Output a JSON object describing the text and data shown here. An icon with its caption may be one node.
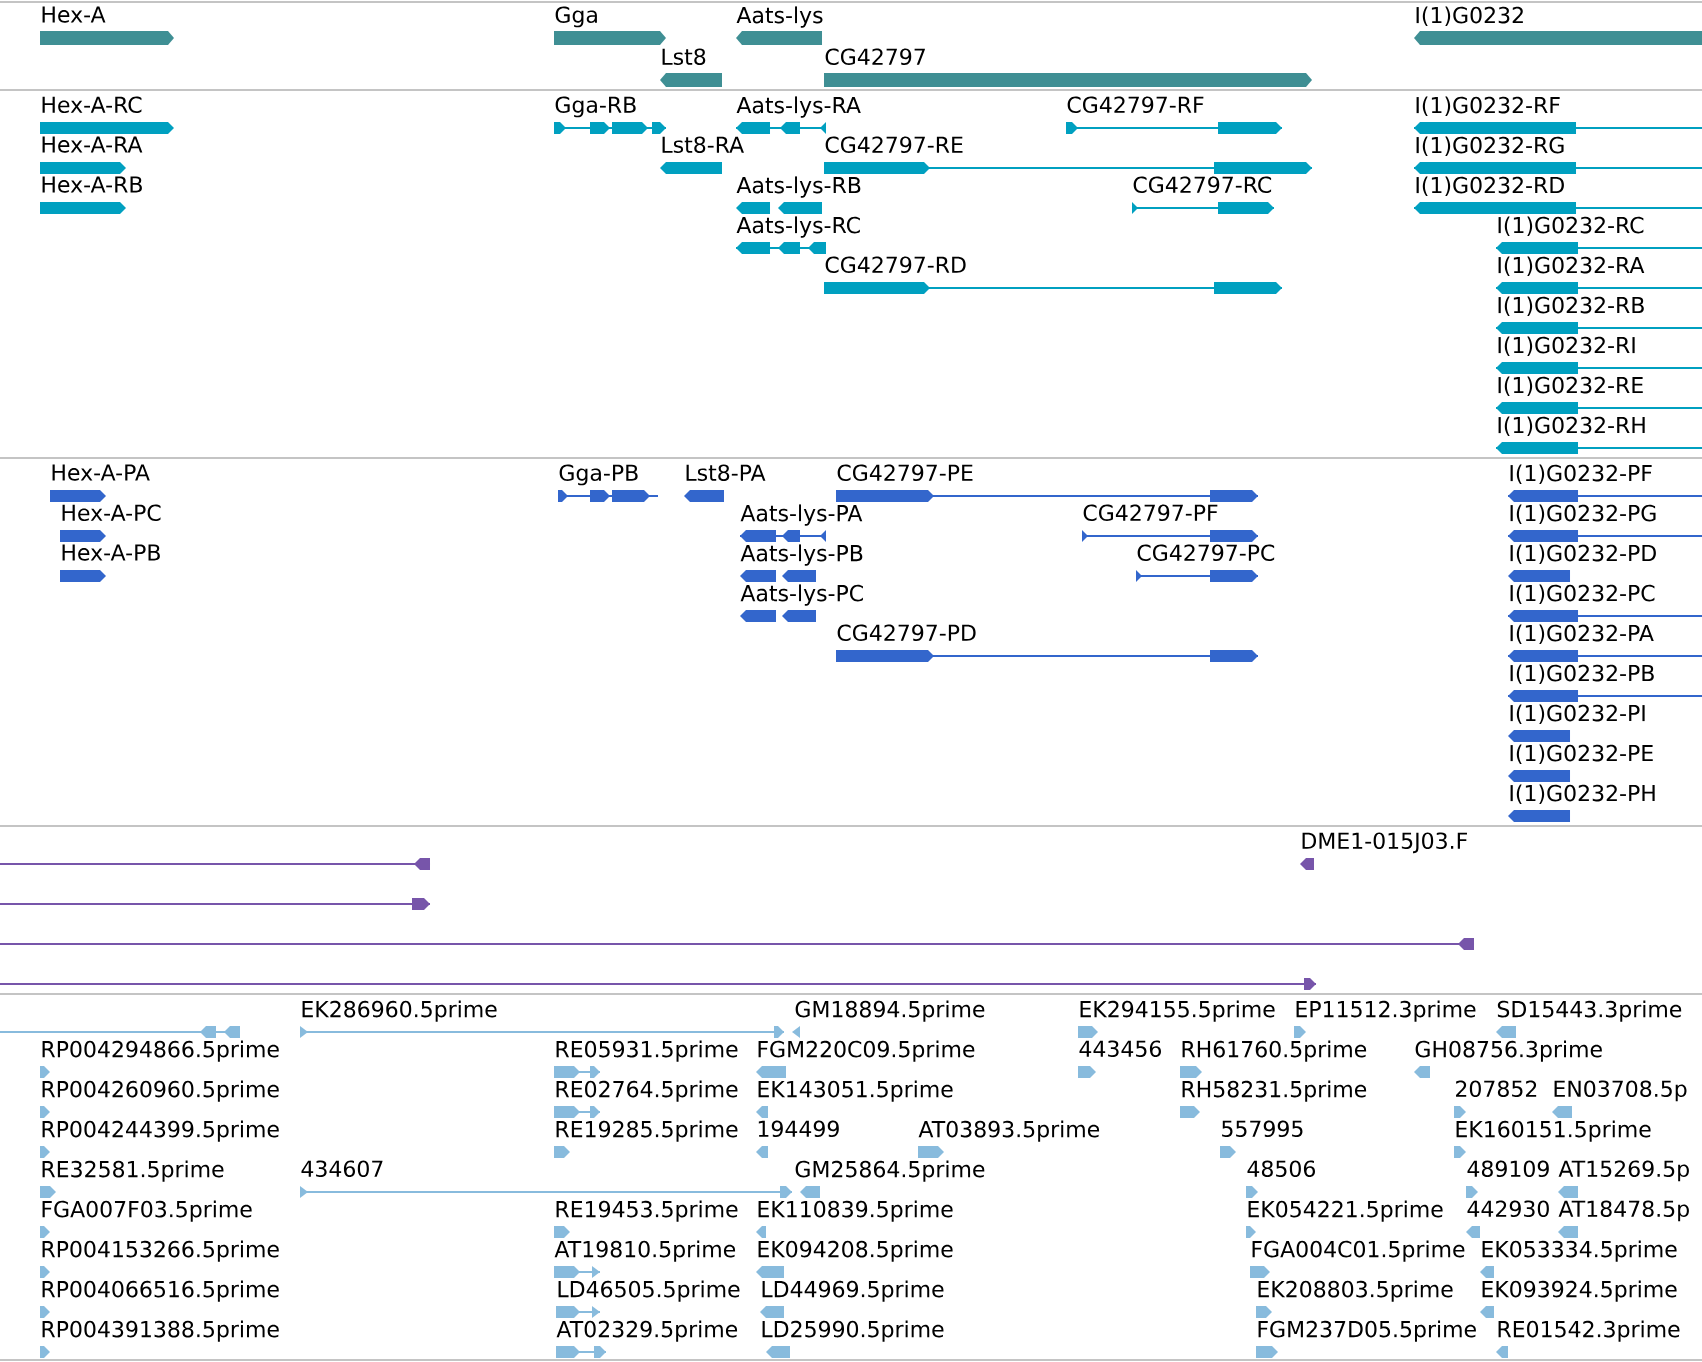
{
  "diagram": {
    "nodes": [
      {
        "text": [
          "Hex-A"
        ]
      },
      {
        "text": [
          "Gga"
        ]
      },
      {
        "text": [
          "Aats-lys"
        ]
      },
      {
        "text": [
          "I(1)G0232"
        ]
      },
      {
        "text": [
          "Lst8"
        ]
      },
      {
        "text": [
          "CG42797"
        ]
      },
      {
        "text": [
          "Hex-A-RC"
        ]
      },
      {
        "text": [
          "Gga-RB"
        ]
      },
      {
        "text": [
          "Aats-lys-RA"
        ]
      },
      {
        "text": [
          "CG42797-RF"
        ]
      },
      {
        "text": [
          "I(1)G0232-RF"
        ]
      },
      {
        "text": [
          "Hex-A-RA"
        ]
      },
      {
        "text": [
          "Lst8-RA"
        ]
      },
      {
        "text": [
          "CG42797-RE"
        ]
      },
      {
        "text": [
          "I(1)G0232-RG"
        ]
      },
      {
        "text": [
          "Hex-A-RB"
        ]
      },
      {
        "text": [
          "Aats-lys-RB"
        ]
      },
      {
        "text": [
          "CG42797-RC"
        ]
      },
      {
        "text": [
          "I(1)G0232-RD"
        ]
      },
      {
        "text": [
          "Aats-lys-RC"
        ]
      },
      {
        "text": [
          "I(1)G0232-RC"
        ]
      },
      {
        "text": [
          "CG42797-RD"
        ]
      },
      {
        "text": [
          "I(1)G0232-RA"
        ]
      },
      {
        "text": [
          "I(1)G0232-RB"
        ]
      },
      {
        "text": [
          "I(1)G0232-RI"
        ]
      },
      {
        "text": [
          "I(1)G0232-RE"
        ]
      },
      {
        "text": [
          "I(1)G0232-RH"
        ]
      },
      {
        "text": [
          "Hex-A-PA"
        ]
      },
      {
        "text": [
          "Gga-PB"
        ]
      },
      {
        "text": [
          "Lst8-PA"
        ]
      },
      {
        "text": [
          "CG42797-PE"
        ]
      },
      {
        "text": [
          "I(1)G0232-PF"
        ]
      },
      {
        "text": [
          "Hex-A-PC"
        ]
      },
      {
        "text": [
          "Aats-lys-PA"
        ]
      },
      {
        "text": [
          "CG42797-PF"
        ]
      },
      {
        "text": [
          "I(1)G0232-PG"
        ]
      },
      {
        "text": [
          "Hex-A-PB"
        ]
      },
      {
        "text": [
          "Aats-lys-PB"
        ]
      },
      {
        "text": [
          "CG42797-PC"
        ]
      },
      {
        "text": [
          "I(1)G0232-PD"
        ]
      },
      {
        "text": [
          "Aats-lys-PC"
        ]
      },
      {
        "text": [
          "I(1)G0232-PC"
        ]
      },
      {
        "text": [
          "CG42797-PD"
        ]
      },
      {
        "text": [
          "I(1)G0232-PA"
        ]
      },
      {
        "text": [
          "I(1)G0232-PB"
        ]
      },
      {
        "text": [
          "I(1)G0232-PI"
        ]
      },
      {
        "text": [
          "I(1)G0232-PE"
        ]
      },
      {
        "text": [
          "I(1)G0232-PH"
        ]
      },
      {
        "text": [
          "DME1-015J03.F"
        ]
      },
      {
        "text": [],
        "shape": "bar"
      },
      {
        "text": [],
        "shape": "bar"
      },
      {
        "text": [],
        "shape": "bar"
      },
      {
        "text": [],
        "shape": "bar"
      },
      {
        "text": [],
        "shape": "bar"
      },
      {
        "text": [
          "EK286960.5prime"
        ]
      },
      {
        "text": [
          "GM18894.5prime"
        ]
      },
      {
        "text": [
          "EK294155.5prime"
        ]
      },
      {
        "text": [
          "EP11512.3prime"
        ]
      },
      {
        "text": [
          "SD15443.3prime"
        ]
      },
      {
        "text": [
          "RP004294866.5prime"
        ]
      },
      {
        "text": [
          "RE05931.5prime"
        ]
      },
      {
        "text": [
          "FGM220C09.5prime"
        ]
      },
      {
        "text": [
          "443456"
        ]
      },
      {
        "text": [
          "RH61760.5prime"
        ]
      },
      {
        "text": [
          "GH08756.3prime"
        ]
      },
      {
        "text": [
          "RP004260960.5prime"
        ]
      },
      {
        "text": [
          "RE02764.5prime"
        ]
      },
      {
        "text": [
          "EK143051.5prime"
        ]
      },
      {
        "text": [
          "RH58231.5prime"
        ]
      },
      {
        "text": [
          "207852"
        ]
      },
      {
        "text": [
          "EN03708.5p"
        ]
      },
      {
        "text": [
          "RP004244399.5prime"
        ]
      },
      {
        "text": [
          "RE19285.5prime"
        ]
      },
      {
        "text": [
          "194499"
        ]
      },
      {
        "text": [
          "AT03893.5prime"
        ]
      },
      {
        "text": [
          "557995"
        ]
      },
      {
        "text": [
          "EK160151.5prime"
        ]
      },
      {
        "text": [
          "RE32581.5prime"
        ]
      },
      {
        "text": [
          "434607"
        ]
      },
      {
        "text": [
          "GM25864.5prime"
        ]
      },
      {
        "text": [
          "48506"
        ]
      },
      {
        "text": [
          "489109"
        ]
      },
      {
        "text": [
          "AT15269.5p"
        ]
      },
      {
        "text": [
          "FGA007F03.5prime"
        ]
      },
      {
        "text": [
          "RE19453.5prime"
        ]
      },
      {
        "text": [
          "EK110839.5prime"
        ]
      },
      {
        "text": [
          "EK054221.5prime"
        ]
      },
      {
        "text": [
          "442930"
        ]
      },
      {
        "text": [
          "AT18478.5p"
        ]
      },
      {
        "text": [
          "RP004153266.5prime"
        ]
      },
      {
        "text": [
          "AT19810.5prime"
        ]
      },
      {
        "text": [
          "EK094208.5prime"
        ]
      },
      {
        "text": [
          "FGA004C01.5prime"
        ]
      },
      {
        "text": [
          "EK053334.5prime"
        ]
      },
      {
        "text": [
          "RP004066516.5prime"
        ]
      },
      {
        "text": [
          "LD46505.5prime"
        ]
      },
      {
        "text": [
          "LD44969.5prime"
        ]
      },
      {
        "text": [
          "EK208803.5prime"
        ]
      },
      {
        "text": [
          "EK093924.5prime"
        ]
      },
      {
        "text": [
          "RP004391388.5prime"
        ]
      },
      {
        "text": [
          "AT02329.5prime"
        ]
      },
      {
        "text": [
          "LD25990.5prime"
        ]
      },
      {
        "text": [
          "FGM237D05.5prime"
        ]
      },
      {
        "text": [
          "RE01542.3prime"
        ]
      }
    ]
  }
}
